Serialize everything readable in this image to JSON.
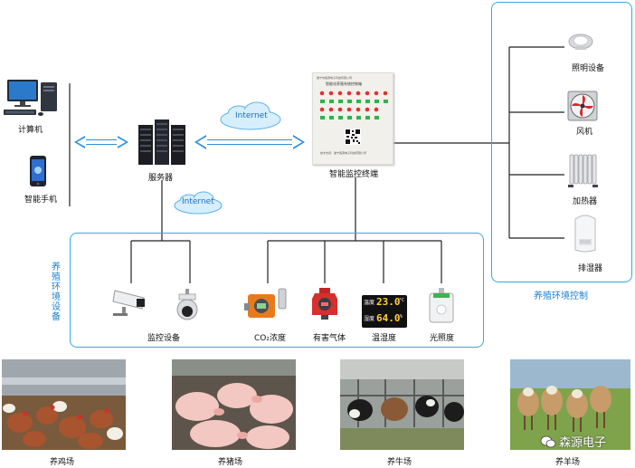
{
  "left_devices": {
    "computer": "计算机",
    "phone": "智能手机"
  },
  "server": {
    "label": "服务器"
  },
  "internet_top": "Internet",
  "internet_bottom": "Internet",
  "terminal": {
    "label": "智能监控终端",
    "panel_company": "遂宁市森源电子科技有限公司",
    "panel_title": "智能化养殖系统控制箱",
    "panel_footer": "技术支持：遂宁森源电子科技有限公司"
  },
  "env_equipment": {
    "title": "养殖环境设备",
    "items": [
      "监控设备",
      "CO₂浓度",
      "有害气体",
      "温湿度",
      "光照度"
    ],
    "display": {
      "row1_label": "温度",
      "row1_value": "23.0",
      "row1_unit": "°C",
      "row2_label": "湿度",
      "row2_value": "64.0",
      "row2_unit": "%"
    }
  },
  "env_control": {
    "title": "养殖环境控制",
    "items": [
      "照明设备",
      "风机",
      "加热器",
      "排湿器"
    ]
  },
  "farms": [
    "养鸡场",
    "养猪场",
    "养牛场",
    "养羊场"
  ],
  "watermark": "森源电子",
  "colors": {
    "frame": "#33aae6",
    "accent_red": "#e02a2a",
    "orange": "#e87a1e"
  }
}
